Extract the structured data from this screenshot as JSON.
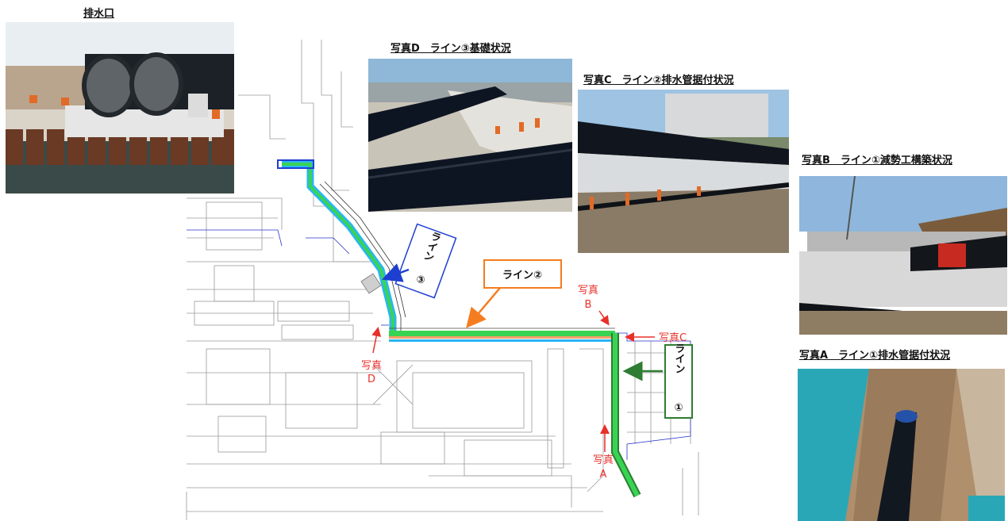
{
  "outfall": {
    "caption": "排水口"
  },
  "photos": {
    "d": {
      "caption": "写真D　ライン③基礎状況"
    },
    "c": {
      "caption": "写真C　ライン②排水管据付状況"
    },
    "b": {
      "caption": "写真B　ライン①減勢工構築状況"
    },
    "a": {
      "caption": "写真A　ライン①排水管据付状況"
    }
  },
  "lines": {
    "line1": {
      "label_part1": "ライン",
      "label_part2": "①",
      "color": "#2e7d32"
    },
    "line2": {
      "label": "ライン②",
      "color": "#f57c1f"
    },
    "line3": {
      "label_part1": "ライン",
      "label_part2": "③",
      "color": "#1e3fd0"
    }
  },
  "markers": {
    "a": {
      "line1": "写真",
      "line2": "A"
    },
    "b": {
      "line1": "写真",
      "line2": "B"
    },
    "c": {
      "text": "写真C"
    },
    "d": {
      "line1": "写真",
      "line2": "D"
    }
  },
  "colors": {
    "pipe_green": "#39d353",
    "pipe_cyan": "#29b6f6",
    "marker_red": "#e8302a"
  }
}
